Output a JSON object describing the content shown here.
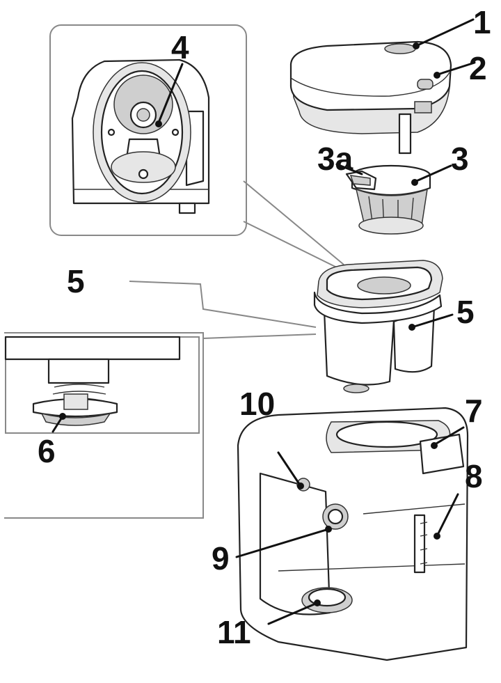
{
  "labels": {
    "1": "1",
    "2": "2",
    "3a": "3a",
    "3": "3",
    "4": "4",
    "5a": "5",
    "5b": "5",
    "6": "6",
    "7": "7",
    "8": "8",
    "9": "9",
    "10": "10",
    "11": "11"
  }
}
